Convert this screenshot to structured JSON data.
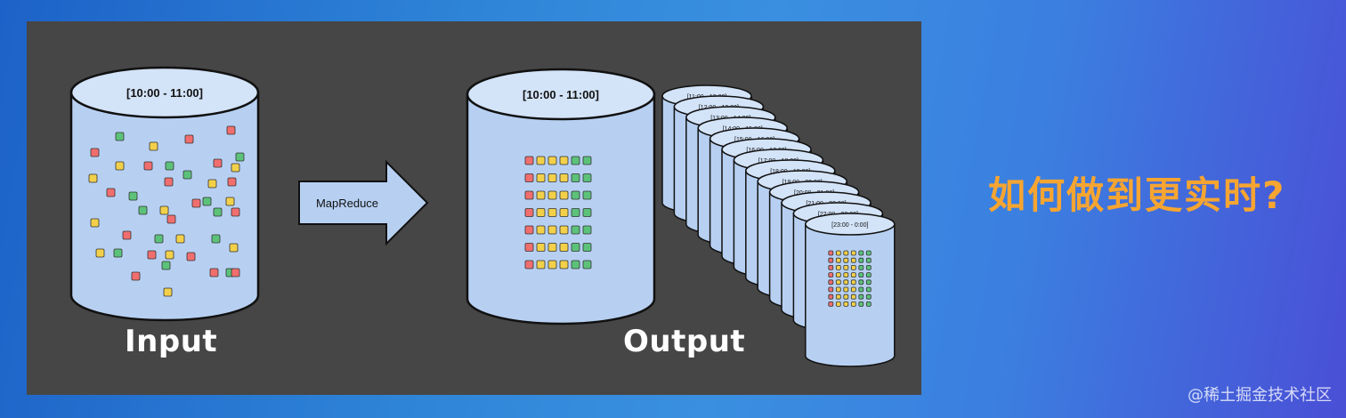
{
  "diagram": {
    "input_range": "[10:00 - 11:00]",
    "output_range": "[10:00 - 11:00]",
    "arrow_label": "MapReduce",
    "input_label": "Input",
    "output_label": "Output",
    "stack_ranges": [
      "[11:00 - 12:00]",
      "[12:00 - 13:00]",
      "[13:00 - 14:00]",
      "[14:00 - 15:00]",
      "[15:00 - 16:00]",
      "[16:00 - 17:00]",
      "[17:00 - 18:00]",
      "[18:00 - 19:00]",
      "[19:00 - 20:00]",
      "[20:00 - 21:00]",
      "[21:00 - 22:00]",
      "[22:00 - 23:00]",
      "[23:00 - 0:00]"
    ],
    "square_colors": [
      "#f06e6e",
      "#f2d04a",
      "#5cc27a"
    ],
    "cylinder_fill": "#b7d0f2"
  },
  "question": "如何做到更实时?",
  "watermark": "@稀土掘金技术社区"
}
